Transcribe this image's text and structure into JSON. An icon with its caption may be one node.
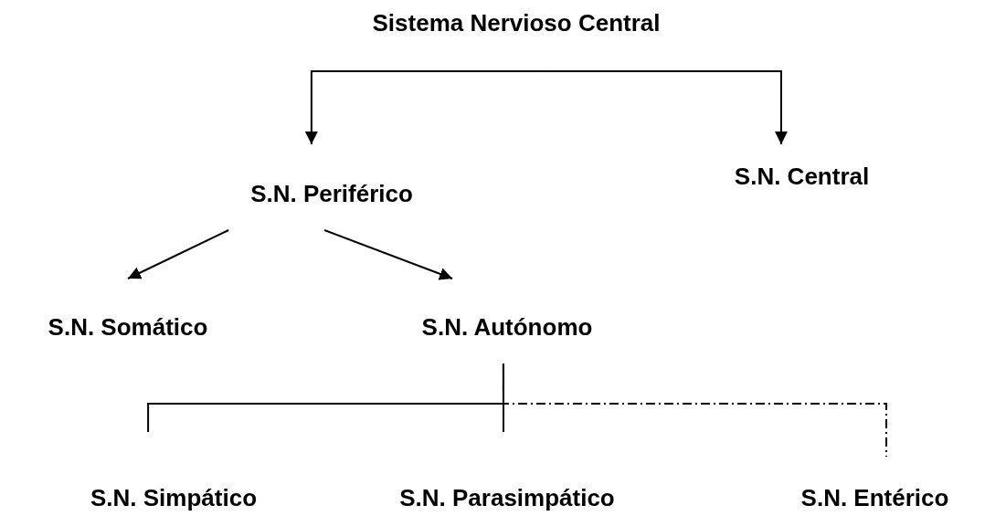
{
  "diagram": {
    "nodes": [
      {
        "text": [
          "Sistema Nervioso Central"
        ]
      },
      {
        "text": [
          "S.N. Periférico"
        ]
      },
      {
        "text": [
          "S.N. Central"
        ]
      },
      {
        "text": [
          "S.N. Somático"
        ]
      },
      {
        "text": [
          "S.N. Autónomo"
        ]
      },
      {
        "text": [
          "S.N. Simpático"
        ]
      },
      {
        "text": [
          "S.N. Parasimpático"
        ]
      },
      {
        "text": [
          "S.N. Entérico"
        ]
      }
    ],
    "edges": [
      {
        "from": 0,
        "to": 1,
        "arrow": "to"
      },
      {
        "from": 0,
        "to": 2,
        "arrow": "to"
      },
      {
        "from": 1,
        "to": 3,
        "arrow": "to"
      },
      {
        "from": 1,
        "to": 4,
        "arrow": "to"
      },
      {
        "from": 4,
        "to": 5,
        "arrow": "none"
      },
      {
        "from": 4,
        "to": 6,
        "arrow": "none"
      },
      {
        "from": 4,
        "to": 7,
        "arrow": "none",
        "style": "dashed"
      }
    ]
  }
}
